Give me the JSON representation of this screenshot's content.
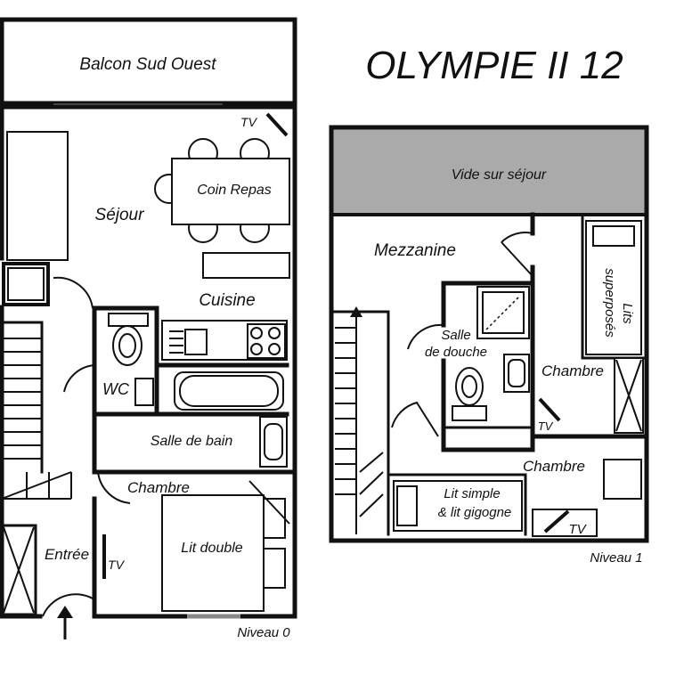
{
  "title": "OLYMPIE II 12",
  "level0": {
    "label": "Niveau 0",
    "rooms": {
      "balcony": "Balcon Sud Ouest",
      "living": "Séjour",
      "dining": "Coin Repas",
      "kitchen": "Cuisine",
      "wc": "WC",
      "bathroom": "Salle de bain",
      "bedroom": "Chambre",
      "double_bed": "Lit double",
      "entrance": "Entrée"
    },
    "tv": "TV"
  },
  "level1": {
    "label": "Niveau 1",
    "rooms": {
      "void": "Vide sur séjour",
      "mezzanine": "Mezzanine",
      "shower_line1": "Salle",
      "shower_line2": "de douche",
      "bunk_line1": "Lits",
      "bunk_line2": "superposés",
      "bedroom_a": "Chambre",
      "bedroom_b": "Chambre",
      "beds_line1": "Lit simple",
      "beds_line2": "& lit gigogne"
    },
    "tv": "TV"
  }
}
